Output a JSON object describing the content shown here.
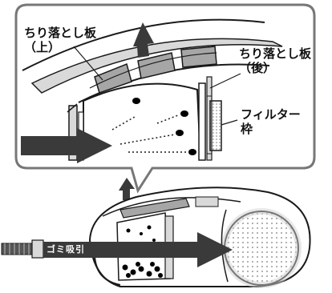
{
  "labels": {
    "upper_plate_line1": "ちり落とし板",
    "upper_plate_line2": "（上）",
    "rear_plate_line1": "ちり落とし板",
    "rear_plate_line2": "（後）",
    "filter_frame_line1": "フィルター",
    "filter_frame_line2": "枠",
    "suction": "ゴミ吸引"
  },
  "colors": {
    "outline": "#1a1a1a",
    "callout_border": "#777777",
    "gray_light": "#d9d9d9",
    "gray_mid": "#a6a6a6",
    "gray_dark": "#555555",
    "arrow": "#3a3a3a",
    "dust": "#000000"
  },
  "icons": [
    "up-arrow-icon",
    "right-arrow-icon"
  ]
}
